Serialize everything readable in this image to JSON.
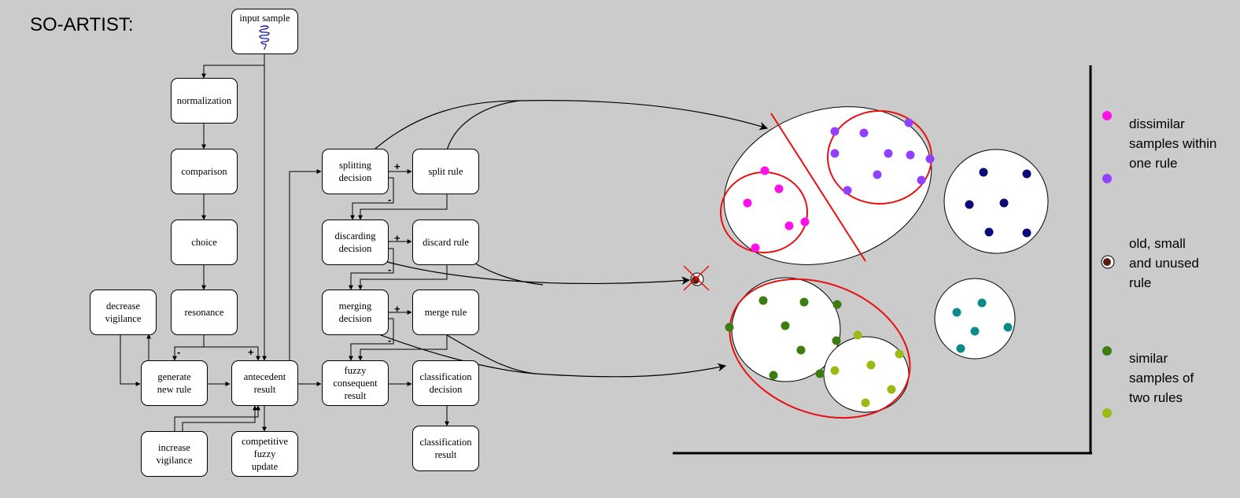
{
  "title": "SO-ARTIST:",
  "boxes": {
    "input_sample": "input sample",
    "normalization": "normalization",
    "comparison": "comparison",
    "choice": "choice",
    "resonance": "resonance",
    "decrease_vigilance": "decrease\nvigilance",
    "generate_new_rule": "generate\nnew rule",
    "antecedent_result": "antecedent\nresult",
    "increase_vigilance": "increase\nvigilance",
    "competitive_fuzzy_update": "competitive\nfuzzy\nupdate",
    "splitting_decision": "splitting\ndecision",
    "split_rule": "split rule",
    "discarding_decision": "discarding\ndecision",
    "discard_rule": "discard rule",
    "merging_decision": "merging\ndecision",
    "merge_rule": "merge rule",
    "fuzzy_consequent_result": "fuzzy\nconsequent\nresult",
    "classification_decision": "classification\ndecision",
    "classification_result": "classification\nresult"
  },
  "signs": {
    "resonance_minus": "-",
    "resonance_plus": "+",
    "split_plus": "+",
    "split_minus": "-",
    "discard_plus": "+",
    "discard_minus": "-",
    "merge_plus": "+",
    "merge_minus": "-"
  },
  "legend": {
    "dissimilar": "dissimilar\nsamples within\none rule",
    "old_rule": "old, small\nand unused\nrule",
    "similar": "similar\nsamples of\ntwo rules"
  },
  "colors": {
    "background": "#cbcbcb",
    "magenta": "#ff10e8",
    "violet": "#9140ff",
    "navy": "#0a0a7a",
    "teal": "#0a8a8a",
    "dark_green": "#3c7c10",
    "olive_green": "#9aba14",
    "red": "#e81010",
    "old_rule_core": "#5a1a0a"
  },
  "icons": {
    "input_sample": "spiral-icon",
    "old_rule": "old-rule-icon",
    "discarded_rule": "crossed-rule-icon"
  }
}
